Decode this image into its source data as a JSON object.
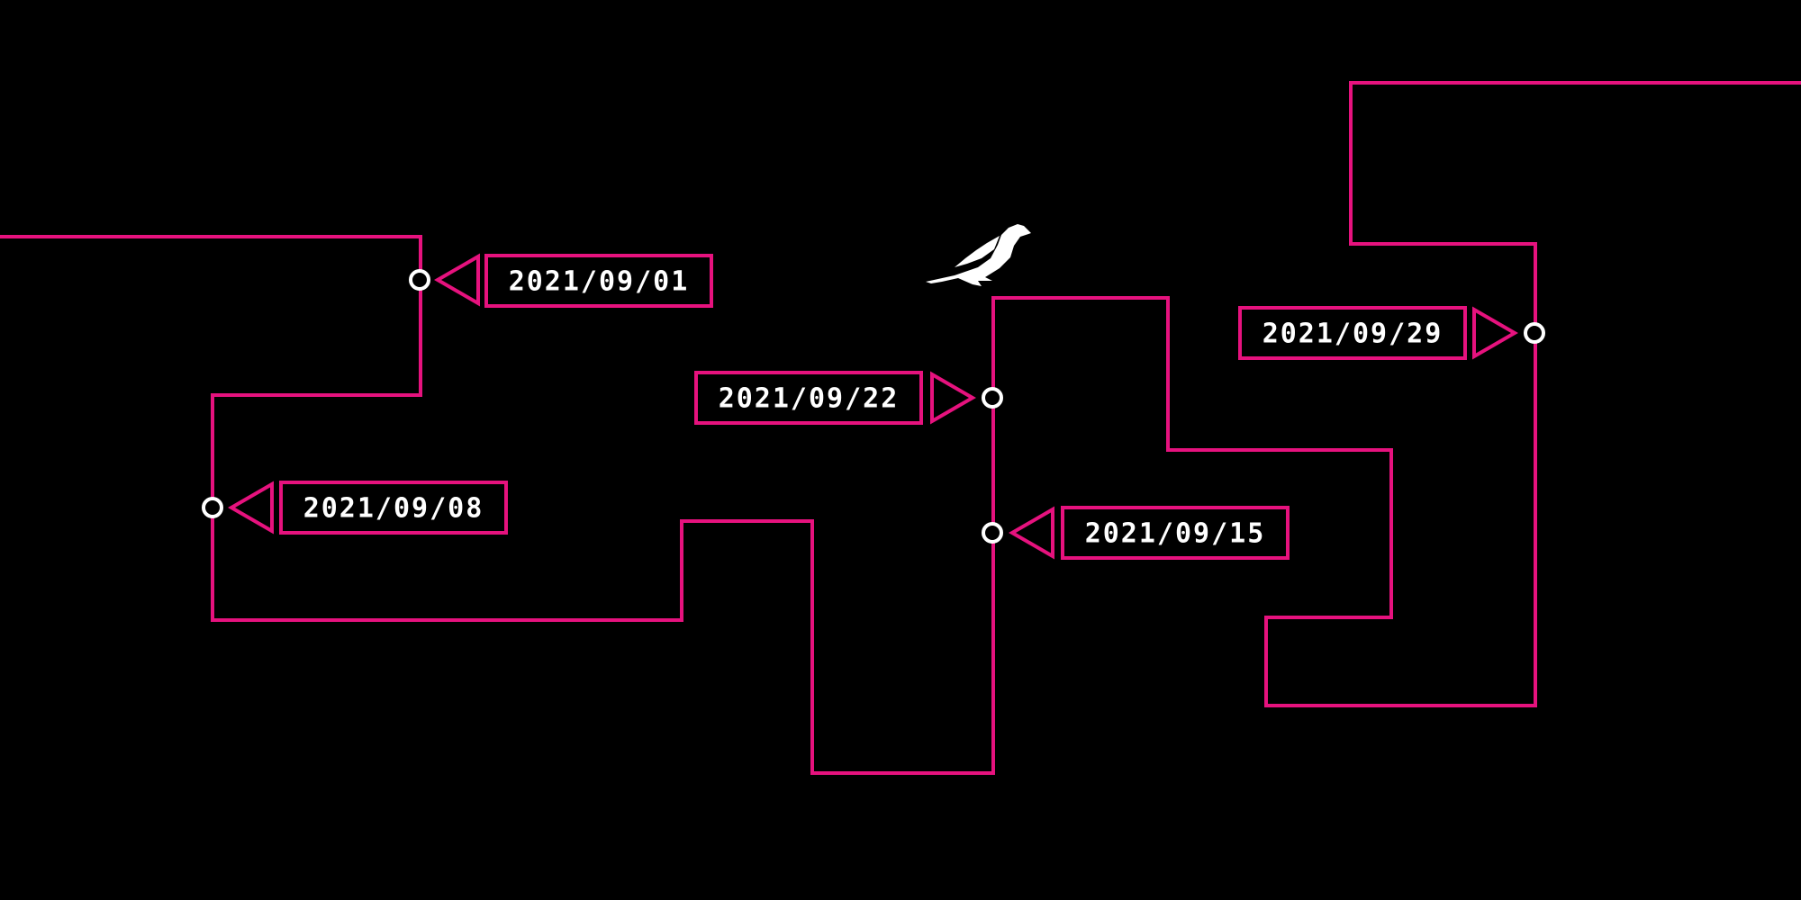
{
  "colors": {
    "background": "#000000",
    "line": "#e6127e",
    "marker": "#ffffff",
    "text": "#ffffff"
  },
  "icons": {
    "bird": "bird-icon",
    "node": "circle-icon",
    "pointer": "triangle-arrow-icon"
  },
  "timeline": {
    "milestones": [
      {
        "date": "2021/09/01"
      },
      {
        "date": "2021/09/08"
      },
      {
        "date": "2021/09/15"
      },
      {
        "date": "2021/09/22"
      },
      {
        "date": "2021/09/29"
      }
    ]
  }
}
